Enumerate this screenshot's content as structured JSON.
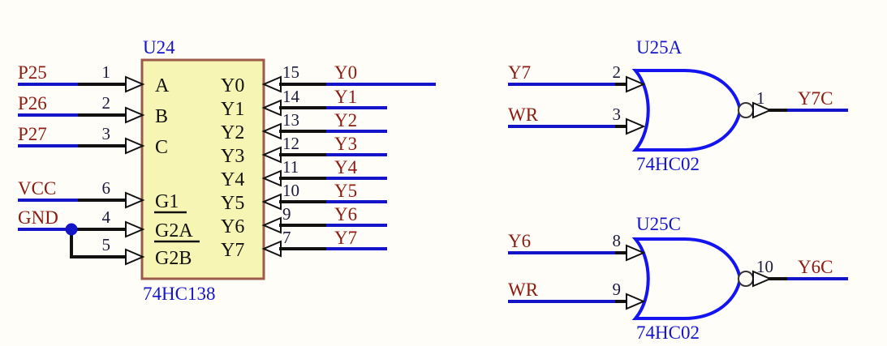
{
  "sheet": {
    "background_color": "#fffdf8",
    "wire_blue": "#1414c8",
    "wire_black": "#111111",
    "label_color": "#8b1a10",
    "refdes_color": "#1414c8",
    "body_fill": "#f7f5b4",
    "body_stroke": "#9c5a4a",
    "gate_stroke": "#1414f0"
  },
  "decoder": {
    "refdes": "U24",
    "part_number": "74HC138",
    "inputs": [
      {
        "net": "P25",
        "pin": "1",
        "name": "A",
        "overbar": false
      },
      {
        "net": "P26",
        "pin": "2",
        "name": "B",
        "overbar": false
      },
      {
        "net": "P27",
        "pin": "3",
        "name": "C",
        "overbar": false
      }
    ],
    "enables": [
      {
        "net": "VCC",
        "pin": "6",
        "name": "G1",
        "overbar": true
      },
      {
        "net": "GND",
        "pin": "4",
        "name": "G2A",
        "overbar": true
      },
      {
        "net": "",
        "pin": "5",
        "name": "G2B",
        "overbar": true
      }
    ],
    "outputs": [
      {
        "pin": "15",
        "name": "Y0",
        "net": "Y0"
      },
      {
        "pin": "14",
        "name": "Y1",
        "net": "Y1"
      },
      {
        "pin": "13",
        "name": "Y2",
        "net": "Y2"
      },
      {
        "pin": "12",
        "name": "Y3",
        "net": "Y3"
      },
      {
        "pin": "11",
        "name": "Y4",
        "net": "Y4"
      },
      {
        "pin": "10",
        "name": "Y5",
        "net": "Y5"
      },
      {
        "pin": "9",
        "name": "Y6",
        "net": "Y6"
      },
      {
        "pin": "7",
        "name": "Y7",
        "net": "Y7"
      }
    ]
  },
  "gates": [
    {
      "refdes": "U25A",
      "part_number": "74HC02",
      "type": "nor2",
      "inputs": [
        {
          "net": "Y7",
          "pin": "2"
        },
        {
          "net": "WR",
          "pin": "3"
        }
      ],
      "output": {
        "net": "Y7C",
        "pin": "1"
      }
    },
    {
      "refdes": "U25C",
      "part_number": "74HC02",
      "type": "nor2",
      "inputs": [
        {
          "net": "Y6",
          "pin": "8"
        },
        {
          "net": "WR",
          "pin": "9"
        }
      ],
      "output": {
        "net": "Y6C",
        "pin": "10"
      }
    }
  ]
}
